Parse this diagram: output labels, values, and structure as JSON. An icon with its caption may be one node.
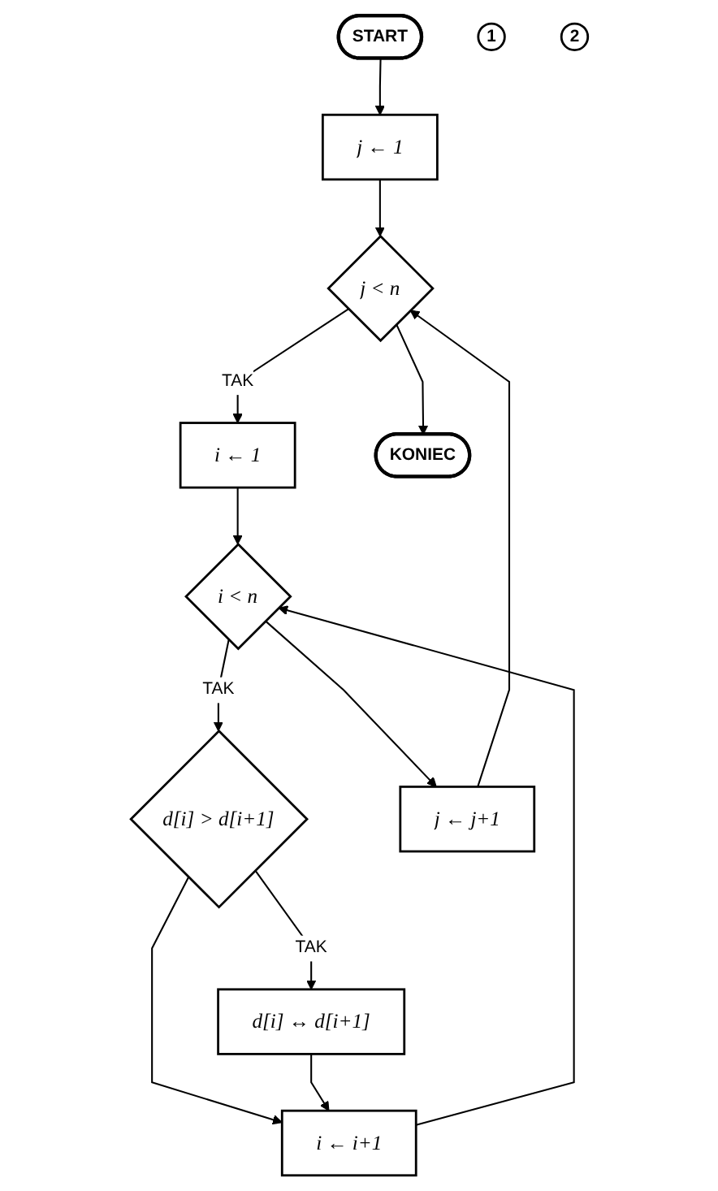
{
  "diagram": {
    "nodes": [
      {
        "text": [
          "START"
        ]
      },
      {
        "text": [
          "j ← 1"
        ]
      },
      {
        "text": [
          "1"
        ]
      },
      {
        "text": [
          "j < n"
        ]
      },
      {
        "text": [
          "i ← 1"
        ]
      },
      {
        "text": [
          "KONIEC"
        ]
      },
      {
        "text": [
          "2"
        ]
      },
      {
        "text": [
          "i < n"
        ]
      },
      {
        "text": [
          "d[i] > d[i+1]"
        ]
      },
      {
        "text": [
          "d[i] ↔ d[i+1]"
        ]
      },
      {
        "text": [
          "i ← i+1"
        ]
      },
      {
        "text": [
          "j ← j+1"
        ]
      }
    ],
    "edges": [
      {
        "from": 0,
        "to": 1,
        "arrow": "to"
      },
      {
        "from": 1,
        "to": 3,
        "arrow": "to"
      },
      {
        "from": 3,
        "to": 4,
        "arrow": "to",
        "label": "TAK"
      },
      {
        "from": 3,
        "to": 5,
        "arrow": "to"
      },
      {
        "from": 4,
        "to": 7,
        "arrow": "to"
      },
      {
        "from": 7,
        "to": 8,
        "arrow": "to",
        "label": "TAK"
      },
      {
        "from": 7,
        "to": 11,
        "arrow": "to"
      },
      {
        "from": 8,
        "to": 9,
        "arrow": "to",
        "label": "TAK"
      },
      {
        "from": 8,
        "to": 10,
        "arrow": "to"
      },
      {
        "from": 9,
        "to": 10,
        "arrow": "to"
      },
      {
        "from": 10,
        "to": 7,
        "arrow": "to"
      },
      {
        "from": 11,
        "to": 3,
        "arrow": "to"
      }
    ]
  }
}
